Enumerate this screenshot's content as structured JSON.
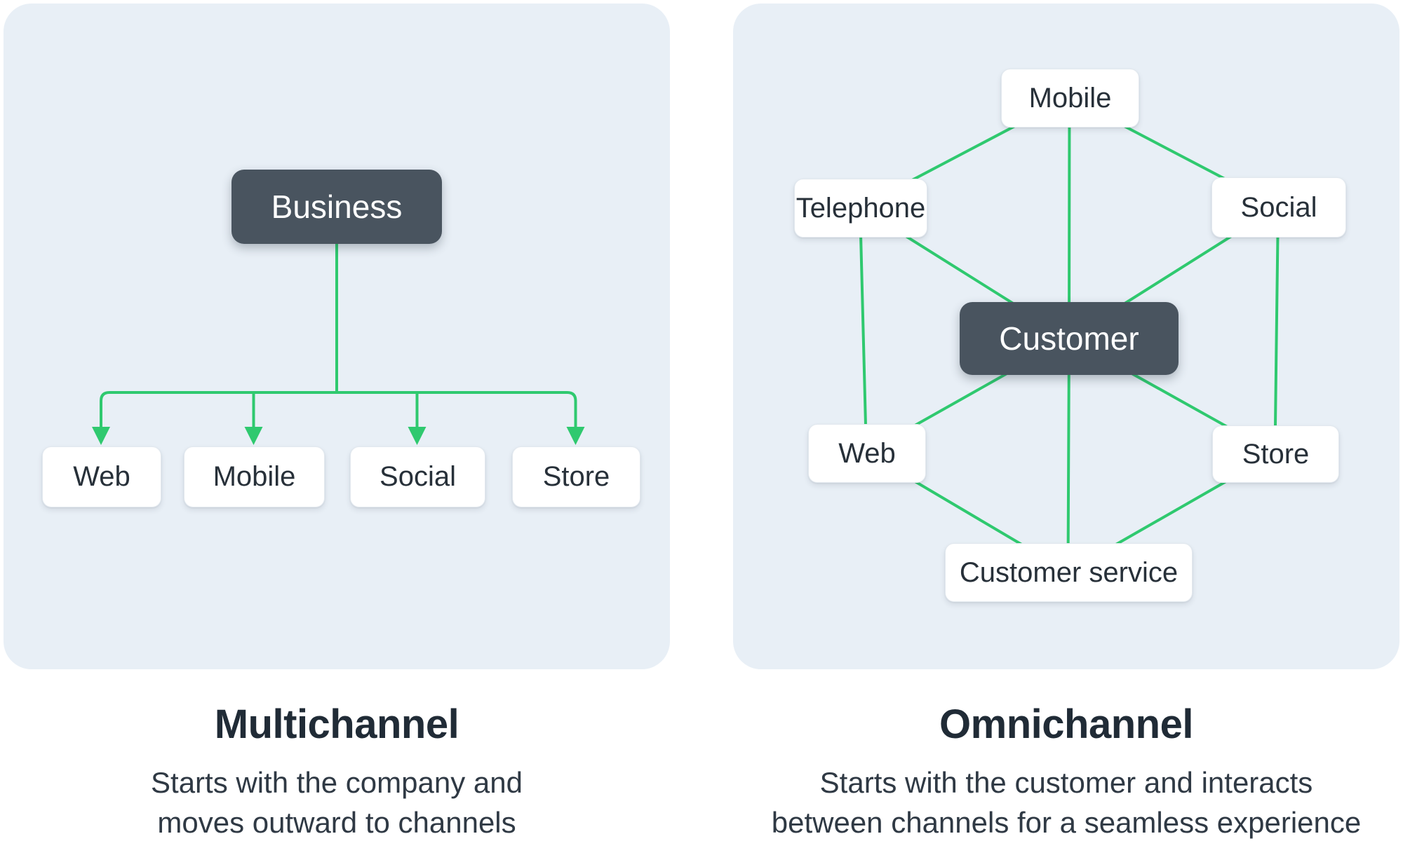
{
  "type": "comparison-diagram",
  "colors": {
    "panel_bg": "#e8eff6",
    "accent_green": "#2fc96f",
    "dark_node": "#49545f",
    "node_text": "#273039",
    "title_text": "#202b36",
    "description_text": "#2f3944",
    "white_node": "#ffffff"
  },
  "panels": {
    "left": {
      "title": "Multichannel",
      "description_lines": [
        "Starts with the company and",
        "moves outward to channels"
      ],
      "root": {
        "label": "Business"
      },
      "children": [
        {
          "label": "Web"
        },
        {
          "label": "Mobile"
        },
        {
          "label": "Social"
        },
        {
          "label": "Store"
        }
      ],
      "edges": [
        [
          "Business",
          "Web"
        ],
        [
          "Business",
          "Mobile"
        ],
        [
          "Business",
          "Social"
        ],
        [
          "Business",
          "Store"
        ]
      ]
    },
    "right": {
      "title": "Omnichannel",
      "description_lines": [
        "Starts with the customer and interacts",
        "between channels for a seamless experience"
      ],
      "center": {
        "label": "Customer"
      },
      "nodes": [
        {
          "label": "Mobile"
        },
        {
          "label": "Telephone"
        },
        {
          "label": "Social"
        },
        {
          "label": "Web"
        },
        {
          "label": "Store"
        },
        {
          "label": "Customer service"
        }
      ],
      "edges": [
        [
          "Mobile",
          "Telephone"
        ],
        [
          "Mobile",
          "Social"
        ],
        [
          "Telephone",
          "Web"
        ],
        [
          "Social",
          "Store"
        ],
        [
          "Web",
          "Customer service"
        ],
        [
          "Store",
          "Customer service"
        ],
        [
          "Customer",
          "Mobile"
        ],
        [
          "Customer",
          "Telephone"
        ],
        [
          "Customer",
          "Social"
        ],
        [
          "Customer",
          "Web"
        ],
        [
          "Customer",
          "Store"
        ],
        [
          "Customer",
          "Customer service"
        ]
      ]
    }
  }
}
